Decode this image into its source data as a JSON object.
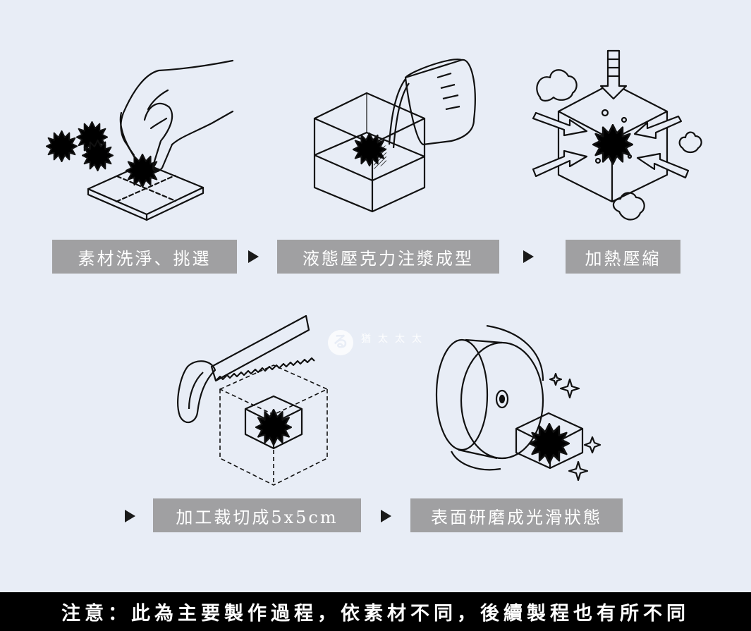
{
  "steps": {
    "s1": "素材洗淨、挑選",
    "s2": "液態壓克力注漿成型",
    "s3": "加熱壓縮",
    "s4": "加工裁切成5x5cm",
    "s5": "表面研磨成光滑狀態"
  },
  "watermark": {
    "text": "猶太太太"
  },
  "footer": "注意：此為主要製作過程，依素材不同，後續製程也有所不同",
  "colors": {
    "background": "#e8edf6",
    "label_box": "#a0a0a2",
    "footer": "#000000"
  }
}
